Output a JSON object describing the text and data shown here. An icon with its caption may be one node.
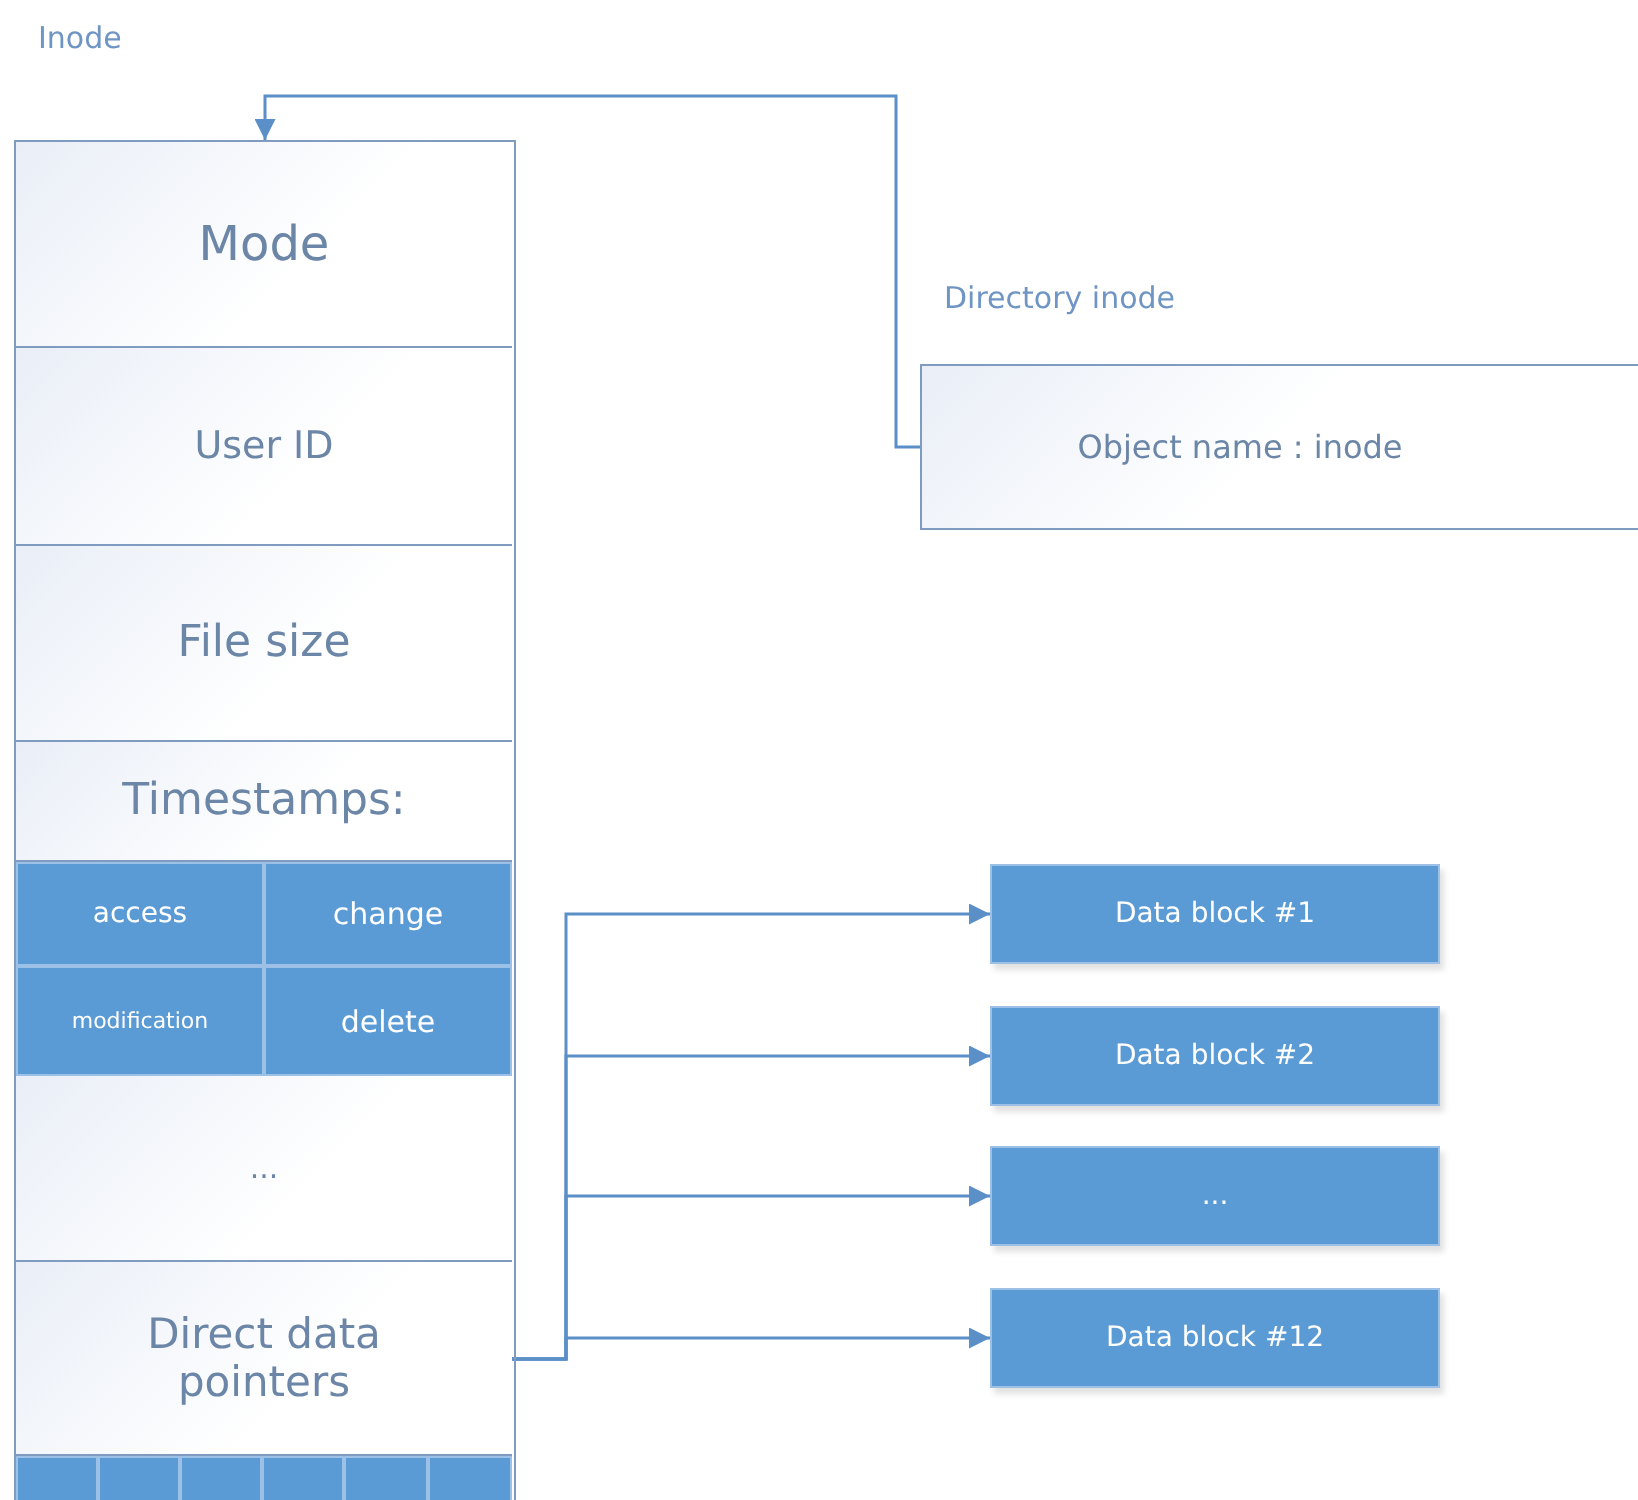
{
  "diagram": {
    "nodes": [
      {
        "text": [
          "Inode"
        ]
      },
      {
        "text": [
          "Mode"
        ],
        "in": 0
      },
      {
        "text": [
          "User ID"
        ],
        "in": 0
      },
      {
        "text": [
          "File size"
        ],
        "in": 0
      },
      {
        "text": [
          "Timestamps:"
        ],
        "in": 0
      },
      {
        "text": [
          "access"
        ],
        "in": 0
      },
      {
        "text": [
          "change"
        ],
        "in": 0
      },
      {
        "text": [
          "modification"
        ],
        "in": 0
      },
      {
        "text": [
          "delete"
        ],
        "in": 0
      },
      {
        "text": [
          "..."
        ],
        "in": 0
      },
      {
        "text": [
          "Direct data pointers"
        ],
        "in": 0
      },
      {
        "text": [],
        "shape": "box",
        "in": 0
      },
      {
        "text": [],
        "shape": "box",
        "in": 0
      },
      {
        "text": [],
        "shape": "box",
        "in": 0
      },
      {
        "text": [],
        "shape": "box",
        "in": 0
      },
      {
        "text": [],
        "shape": "box",
        "in": 0
      },
      {
        "text": [],
        "shape": "box",
        "in": 0
      },
      {
        "text": [
          "Directory inode",
          "Object name : inode"
        ]
      },
      {
        "text": [
          "Data block #1"
        ]
      },
      {
        "text": [
          "Data block #2"
        ]
      },
      {
        "text": [
          "..."
        ]
      },
      {
        "text": [
          "Data block #12"
        ]
      }
    ],
    "edges": [
      {
        "from": 17,
        "to": 0,
        "arrow": "to"
      },
      {
        "from": 10,
        "to": 18,
        "arrow": "to"
      },
      {
        "from": 10,
        "to": 19,
        "arrow": "to"
      },
      {
        "from": 10,
        "to": 20,
        "arrow": "to"
      },
      {
        "from": 10,
        "to": 21,
        "arrow": "to"
      }
    ]
  }
}
